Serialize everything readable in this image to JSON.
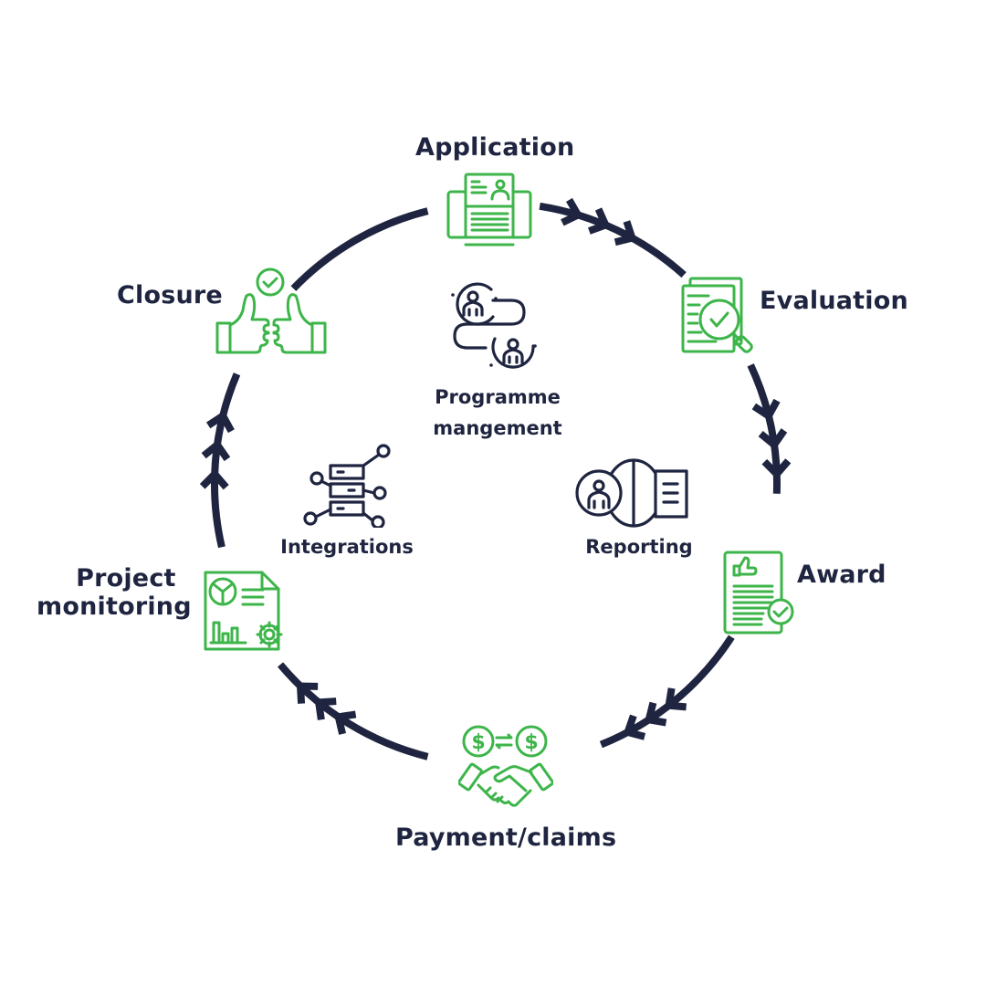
{
  "diagram": {
    "type": "cycle",
    "colors": {
      "cycle_line": "#1f2540",
      "stage_icon": "#3db54a",
      "text": "#1f2540",
      "center_icon": "#1f2540",
      "background": "#ffffff"
    },
    "stages": [
      {
        "id": "application",
        "label": "Application",
        "icon": "application-form-icon"
      },
      {
        "id": "evaluation",
        "label": "Evaluation",
        "icon": "document-magnifier-check-icon"
      },
      {
        "id": "award",
        "label": "Award",
        "icon": "document-thumbs-up-icon"
      },
      {
        "id": "payment",
        "label": "Payment/claims",
        "icon": "handshake-money-exchange-icon"
      },
      {
        "id": "monitoring",
        "label_lines": [
          "Project",
          "monitoring"
        ],
        "icon": "report-chart-gear-icon"
      },
      {
        "id": "closure",
        "label": "Closure",
        "icon": "thumbs-up-check-icon"
      }
    ],
    "flow": {
      "direction": "clockwise",
      "edges": [
        {
          "from": "application",
          "to": "evaluation",
          "arrowheads": 3
        },
        {
          "from": "evaluation",
          "to": "award",
          "arrowheads": 3
        },
        {
          "from": "award",
          "to": "payment",
          "arrowheads": 3
        },
        {
          "from": "payment",
          "to": "monitoring",
          "arrowheads": 3
        },
        {
          "from": "monitoring",
          "to": "closure",
          "arrowheads": 3
        },
        {
          "from": "closure",
          "to": "application",
          "arrowheads": 0
        }
      ]
    },
    "center_features": [
      {
        "id": "programme",
        "label_lines": [
          "Programme",
          "mangement"
        ],
        "icon": "people-workflow-icon"
      },
      {
        "id": "integrations",
        "label": "Integrations",
        "icon": "server-network-icon"
      },
      {
        "id": "reporting",
        "label": "Reporting",
        "icon": "person-globe-document-icon"
      }
    ]
  }
}
